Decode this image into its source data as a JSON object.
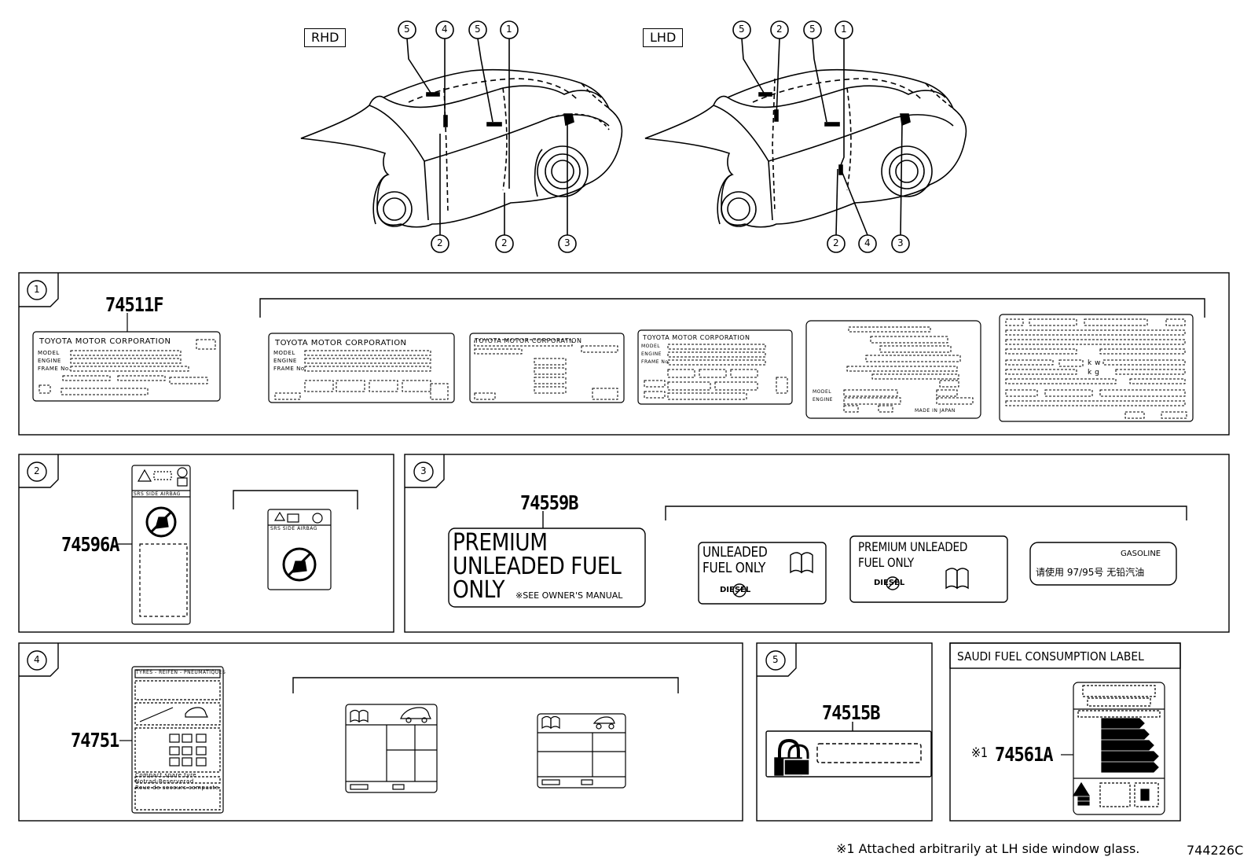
{
  "views": {
    "rhd": {
      "label": "RHD",
      "top_callouts": [
        "5",
        "4",
        "5",
        "1"
      ],
      "bottom_callouts": [
        "2",
        "2",
        "3"
      ]
    },
    "lhd": {
      "label": "LHD",
      "top_callouts": [
        "5",
        "2",
        "5",
        "1"
      ],
      "bottom_callouts": [
        "2",
        "4",
        "3"
      ]
    }
  },
  "sections": {
    "s1": {
      "number": "1",
      "part_no": "74511F",
      "label_text": {
        "corp": "TOYOTA MOTOR CORPORATION",
        "model": "MODEL",
        "engine": "ENGINE",
        "frame": "FRAME No.",
        "made": "MADE IN JAPAN",
        "kw": "k w",
        "kg": "k g"
      }
    },
    "s2": {
      "number": "2",
      "part_no": "74596A",
      "label_text": {
        "srs": "SRS  SIDE  AIRBAG"
      }
    },
    "s3": {
      "number": "3",
      "part_no": "74559B",
      "main_label": {
        "line1": "PREMIUM",
        "line2": "UNLEADED FUEL",
        "line3": "ONLY",
        "note": "※SEE OWNER'S MANUAL"
      },
      "variant1": {
        "line1": "UNLEADED",
        "line2": "FUEL ONLY",
        "diesel": "DIESEL"
      },
      "variant2": {
        "line1": "PREMIUM  UNLEADED",
        "line2": "FUEL ONLY",
        "diesel": "DIESEL"
      },
      "variant3": {
        "line1": "GASOLINE",
        "line2": "请使用 97/95号   无铅汽油"
      }
    },
    "s4": {
      "number": "4",
      "part_no": "74751",
      "label_text": {
        "tyres": "TYRES - REIFEN - PNEUMATIQUES",
        "compact": "Compact spare tyre",
        "notrad": "Notrad-Reserverad",
        "roue": "Roue de secours compacte"
      }
    },
    "s5": {
      "number": "5",
      "part_no": "74515B"
    },
    "saudi": {
      "title": "SAUDI FUEL CONSUMPTION LABEL",
      "mark": "※1",
      "part_no": "74561A"
    }
  },
  "footnote": {
    "text": "※1  Attached arbitrarily at LH side window glass.",
    "code": "744226C"
  }
}
